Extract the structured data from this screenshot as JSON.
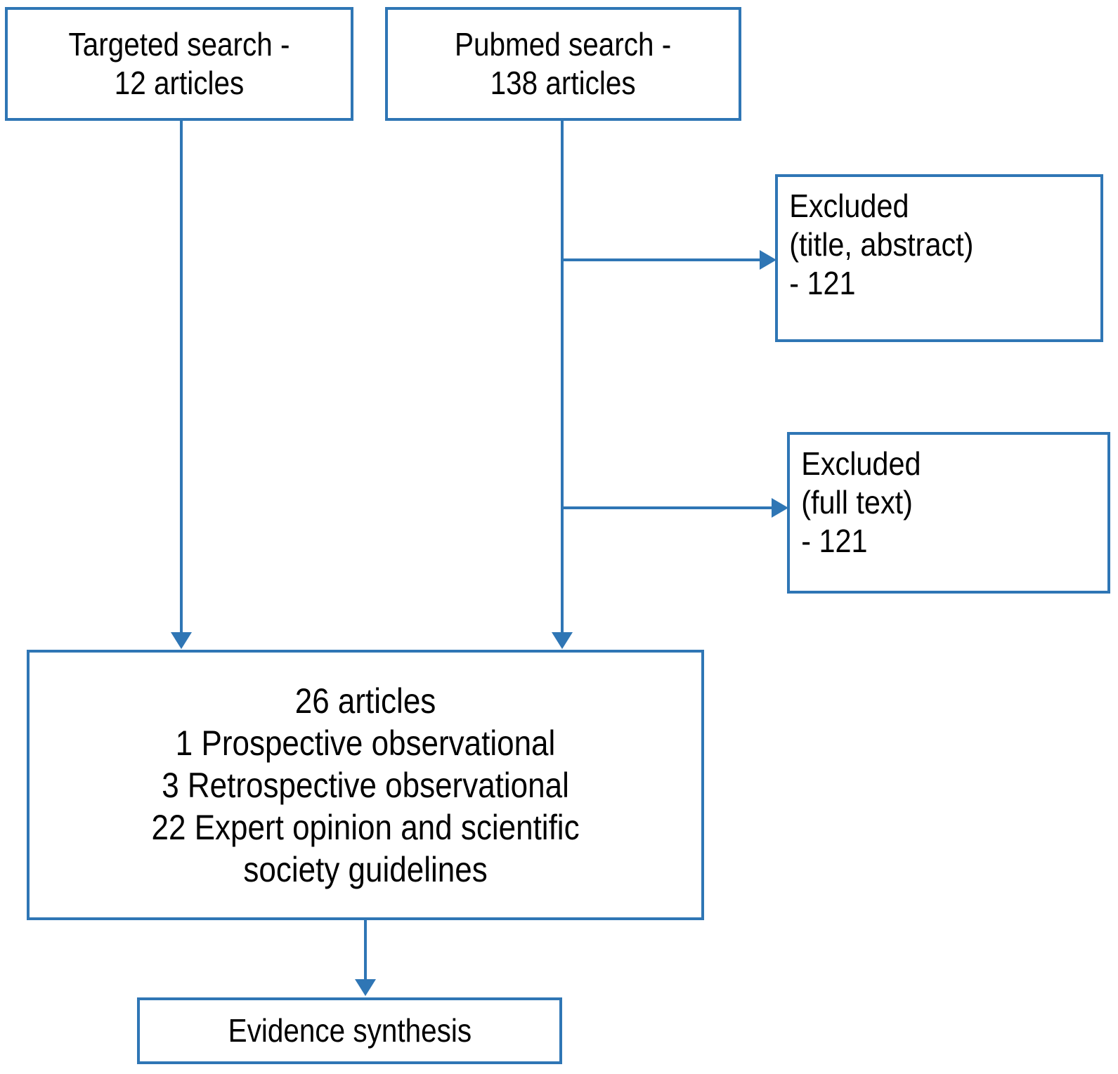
{
  "diagram": {
    "type": "prisma-flowchart",
    "accent_color": "#2f76b5",
    "text_color": "#000000",
    "background_color": "#ffffff",
    "nodes": {
      "targeted_search": {
        "label": "Targeted search -\n12 articles",
        "count": 12
      },
      "pubmed_search": {
        "label": "Pubmed search -\n138 articles",
        "count": 138
      },
      "excluded_title_abstract": {
        "label": "Excluded\n(title, abstract)\n- 121",
        "count": 121
      },
      "excluded_full_text": {
        "label": "Excluded\n(full text)\n- 121",
        "count": 121
      },
      "included_articles": {
        "label": "26 articles\n1 Prospective observational\n3 Retrospective observational\n22 Expert opinion and scientific\nsociety guidelines",
        "total": 26,
        "breakdown": [
          {
            "count": 1,
            "type": "Prospective observational"
          },
          {
            "count": 3,
            "type": "Retrospective observational"
          },
          {
            "count": 22,
            "type": "Expert opinion and scientific society guidelines"
          }
        ]
      },
      "evidence_synthesis": {
        "label": "Evidence synthesis"
      }
    },
    "edges": [
      {
        "from": "targeted_search",
        "to": "included_articles",
        "direction": "down"
      },
      {
        "from": "pubmed_search",
        "to": "included_articles",
        "direction": "down"
      },
      {
        "from": "pubmed_search",
        "to": "excluded_title_abstract",
        "direction": "right"
      },
      {
        "from": "pubmed_search",
        "to": "excluded_full_text",
        "direction": "right"
      },
      {
        "from": "included_articles",
        "to": "evidence_synthesis",
        "direction": "down"
      }
    ]
  }
}
